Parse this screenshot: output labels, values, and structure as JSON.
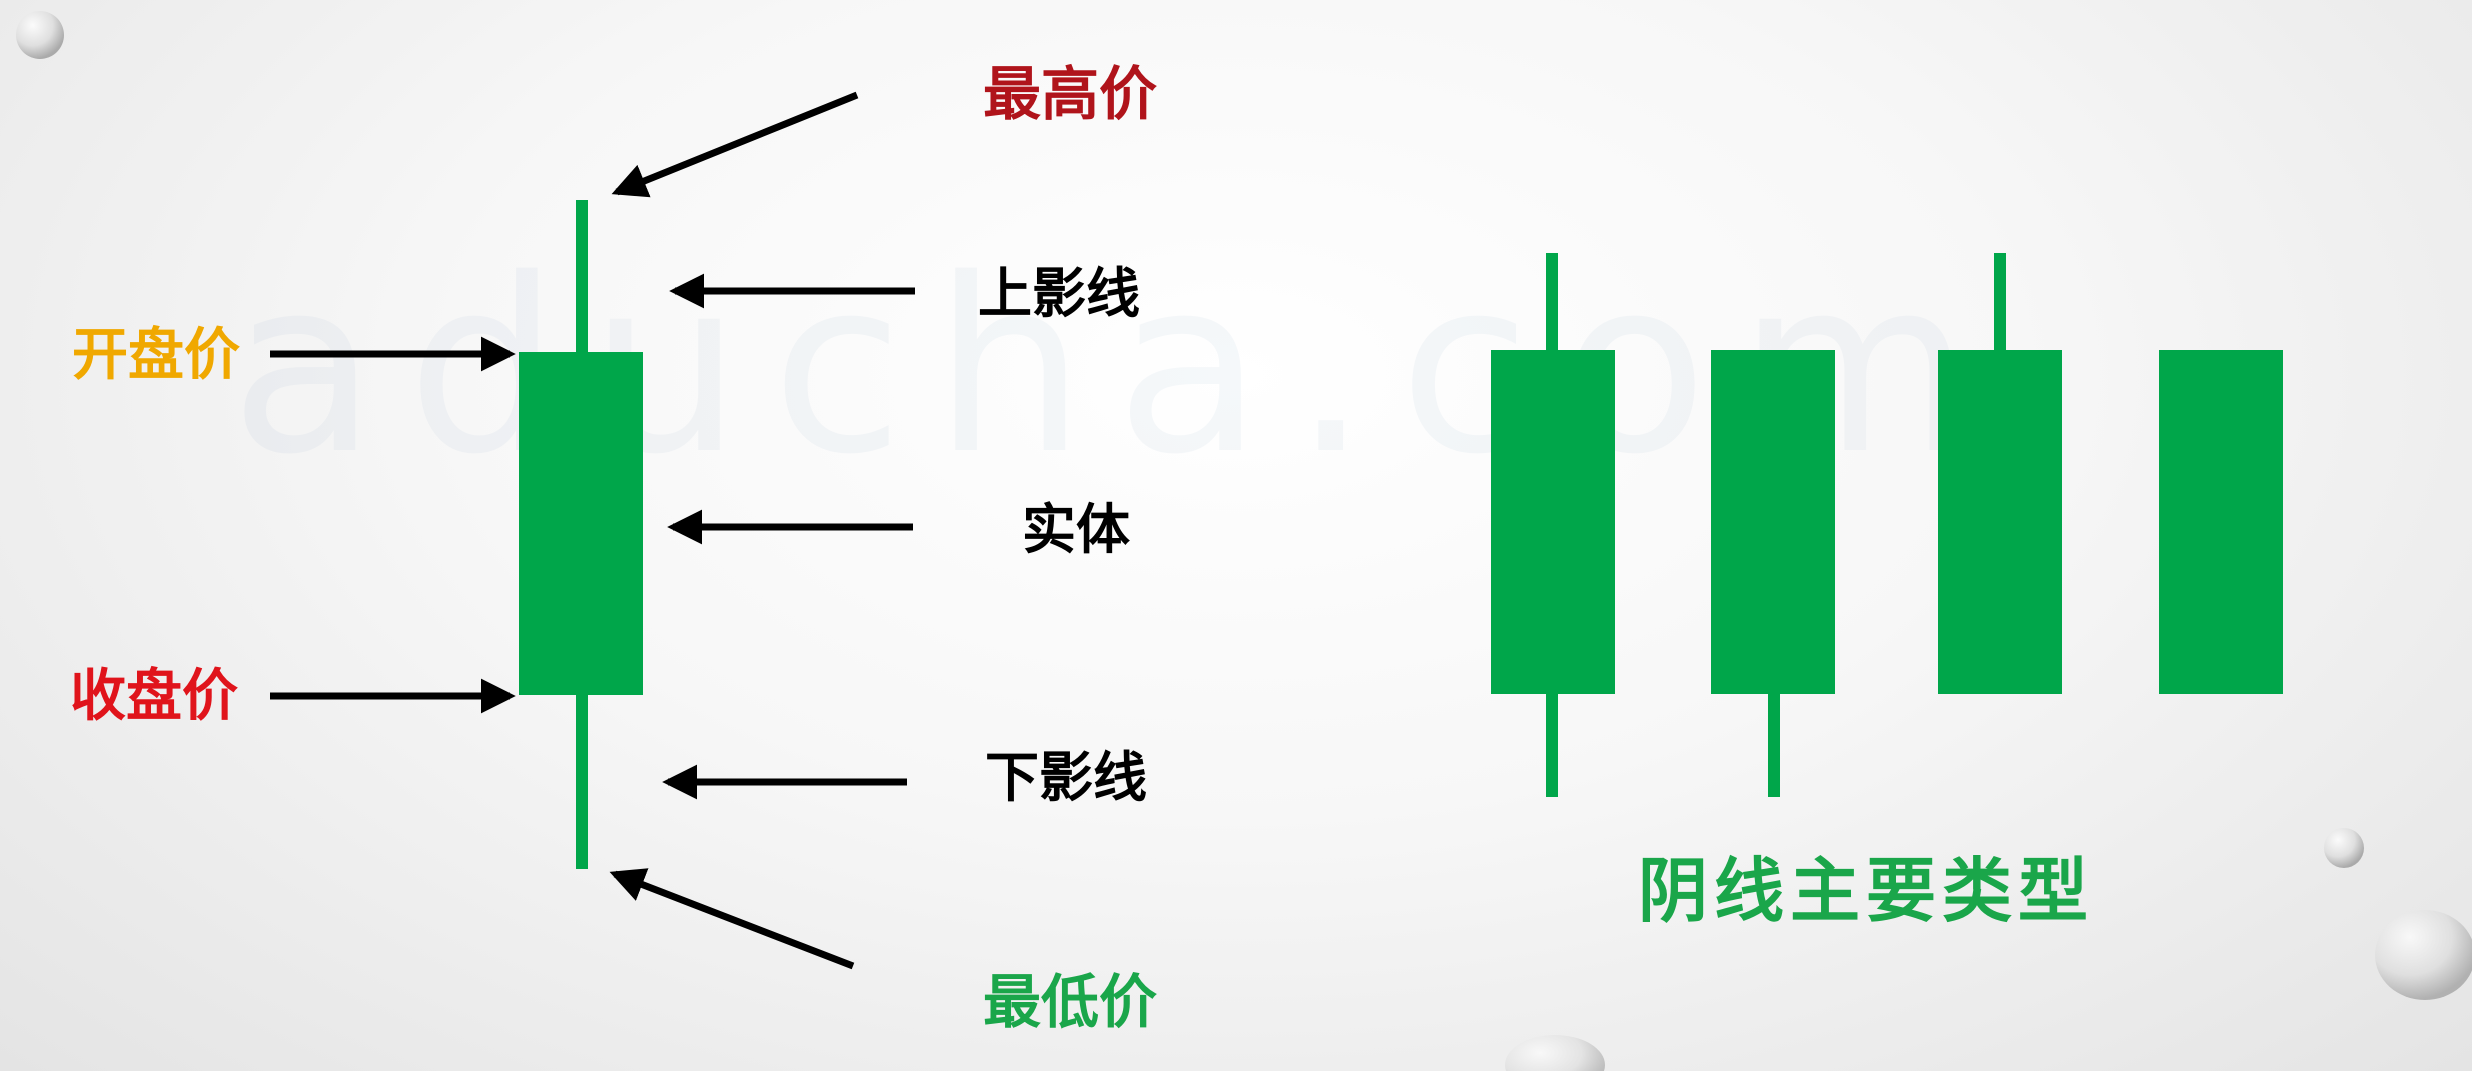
{
  "watermark": "aducha.com",
  "labels": {
    "highest": "最高价",
    "upper_shadow": "上影线",
    "open": "开盘价",
    "body": "实体",
    "close": "收盘价",
    "lower_shadow": "下影线",
    "lowest": "最低价",
    "types_caption": "阴线主要类型"
  },
  "colors": {
    "candle": "#00a64a",
    "highest": "#b0141b",
    "open": "#f0a800",
    "close": "#e0141b",
    "lowest": "#1aa64a",
    "caption": "#1aa64a",
    "arrow": "#000000",
    "text": "#000000"
  },
  "candle_types": [
    {
      "upper_shadow": true,
      "lower_shadow": true
    },
    {
      "upper_shadow": false,
      "lower_shadow": true
    },
    {
      "upper_shadow": true,
      "lower_shadow": false
    },
    {
      "upper_shadow": false,
      "lower_shadow": false
    }
  ]
}
